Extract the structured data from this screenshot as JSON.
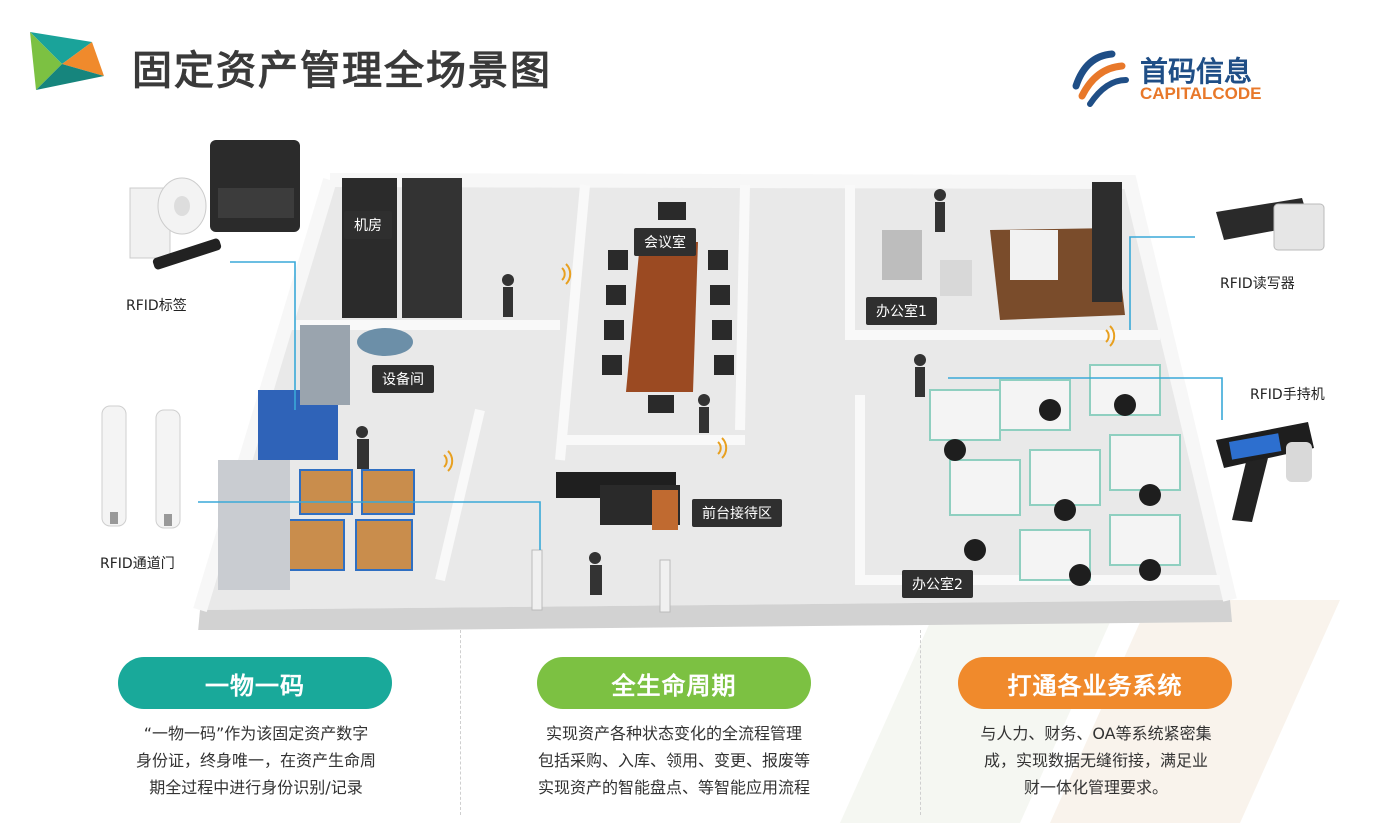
{
  "title": "固定资产管理全场景图",
  "brand": {
    "name_cn": "首码信息",
    "name_en": "CAPITALCODE"
  },
  "devices": {
    "rfid_tag": "RFID标签",
    "rfid_gate": "RFID通道门",
    "rfid_reader": "RFID读写器",
    "rfid_handheld": "RFID手持机"
  },
  "rooms": {
    "server_room": "机房",
    "meeting_room": "会议室",
    "equipment_room": "设备间",
    "office1": "办公室1",
    "reception": "前台接待区",
    "office2": "办公室2"
  },
  "features": [
    {
      "title": "一物一码",
      "color": "#19a99a",
      "lines": [
        "“一物一码”作为该固定资产数字",
        "身份证，终身唯一，在资产生命周",
        "期全过程中进行身份识别/记录"
      ]
    },
    {
      "title": "全生命周期",
      "color": "#7cc142",
      "lines": [
        "实现资产各种状态变化的全流程管理",
        "包括采购、入库、领用、变更、报废等",
        "实现资产的智能盘点、等智能应用流程"
      ]
    },
    {
      "title": "打通各业务系统",
      "color": "#f08a2c",
      "lines": [
        "与人力、财务、OA等系统紧密集",
        "成，实现数据无缝衔接，满足业",
        "财一体化管理要求。"
      ]
    }
  ],
  "colors": {
    "connector": "#3aa9d8",
    "title": "#3a3a3a"
  },
  "icons": {
    "logo": "triangle-logo-icon",
    "brand": "capitalcode-logo-icon",
    "wifi": "rfid-signal-icon"
  }
}
